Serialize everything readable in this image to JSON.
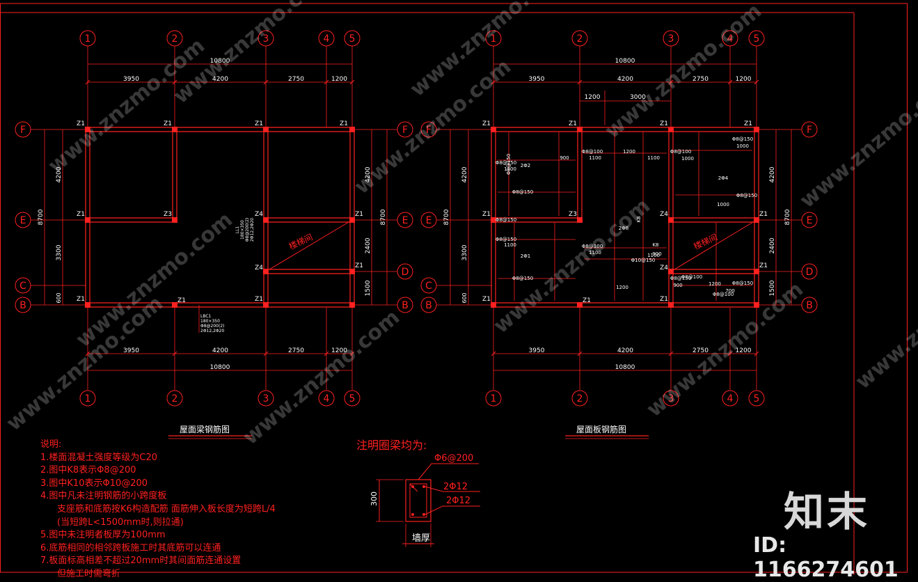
{
  "drawing_left": {
    "title": "屋面梁钢筋图",
    "axes_cols": [
      "1",
      "2",
      "3",
      "4",
      "5"
    ],
    "axes_rows": [
      "F",
      "E",
      "D",
      "C",
      "B"
    ],
    "dims_top_total": "10800",
    "dims_top_parts": [
      "3950",
      "4200",
      "2750",
      "1200"
    ],
    "dims_bottom_parts": [
      "3950",
      "4200",
      "2750",
      "1200"
    ],
    "dims_bottom_total": "10800",
    "dims_left": [
      "4200",
      "3300",
      "600"
    ],
    "dims_left_total": "8700",
    "dims_right": [
      "4200",
      "2400",
      "1500"
    ],
    "dims_right_total": "8700",
    "col_labels": [
      "Z1",
      "Z1",
      "Z1",
      "Z1",
      "Z1",
      "Z3",
      "Z4",
      "Z4",
      "Z1",
      "Z1",
      "Z1",
      "Z1",
      "Z1"
    ],
    "stair_label": "楼梯间",
    "beam_note_lines": [
      "LBC1",
      "180×350",
      "Φ8@200(2)",
      "2Φ12,2Φ20"
    ],
    "beam_note_v_lines": [
      "LL1",
      "180×350",
      "Φ8@200(2)",
      "2Φ12,2Φ20"
    ]
  },
  "drawing_right": {
    "title": "屋面板钢筋图",
    "axes_cols": [
      "1",
      "2",
      "3",
      "4",
      "5"
    ],
    "axes_rows": [
      "F",
      "E",
      "D",
      "C",
      "B"
    ],
    "dims_top_total": "10800",
    "dims_top_parts": [
      "3950",
      "4200",
      "2750",
      "1200"
    ],
    "dims_top_sub": [
      "1200",
      "3000"
    ],
    "dims_bottom_parts": [
      "3950",
      "4200",
      "2750",
      "1200"
    ],
    "dims_bottom_total": "10800",
    "dims_left": [
      "4200",
      "3300",
      "600"
    ],
    "dims_left_total": "8700",
    "dims_right": [
      "4200",
      "2400",
      "1500"
    ],
    "dims_right_total": "8700",
    "stair_label": "楼梯间",
    "rebar_labels": [
      "Φ8@150",
      "Φ8@150",
      "Φ8@100",
      "Φ8@150",
      "Φ10@150",
      "Φ8@100",
      "Φ8@150",
      "Φ8@150",
      "Φ8@150",
      "Φ8@100",
      "Φ8@150",
      "Φ8@150",
      "Φ8@100",
      "Φ8@150",
      "Φ8@150",
      "Φ8@100"
    ],
    "len_labels": [
      "1100",
      "1100",
      "900",
      "1100",
      "1000",
      "1100",
      "1200",
      "1200",
      "1100",
      "900",
      "1100",
      "900",
      "700",
      "1000",
      "1000",
      "1200"
    ],
    "k_labels": [
      "K8",
      "K8",
      "2Φ2",
      "2Φ4",
      "2Φ8",
      "2Φ1"
    ]
  },
  "notes": {
    "heading": "说明:",
    "lines": [
      "1.楼面混凝土强度等级为C20",
      "2.图中K8表示Φ8@200",
      "3.图中K10表示Φ10@200",
      "4.图中凡未注明钢筋的小跨度板",
      "支座筋和底筋按K6构造配筋 面筋伸入板长度为短跨L/4",
      "(当短跨L<1500mm时,则拉通)",
      "5.图中未注明者板厚为100mm",
      "6.底筋相同的相邻跨板施工时其底筋可以连通",
      "7.板面标高相差不超过20mm时其间面筋连通设置",
      "但施工时需弯折"
    ]
  },
  "ring_beam": {
    "title": "注明圈梁均为:",
    "stirrup": "Φ6@200",
    "top_bars": "2Φ12",
    "bottom_bars": "2Φ12",
    "height": "300",
    "width_label": "墙厚"
  },
  "watermark": {
    "brand": "知末",
    "id_text": "ID: 1166274601",
    "url_text": "www.znzmo.com"
  },
  "colors": {
    "line": "#ff2020",
    "beam": "#ff3030",
    "background": "#000000"
  }
}
